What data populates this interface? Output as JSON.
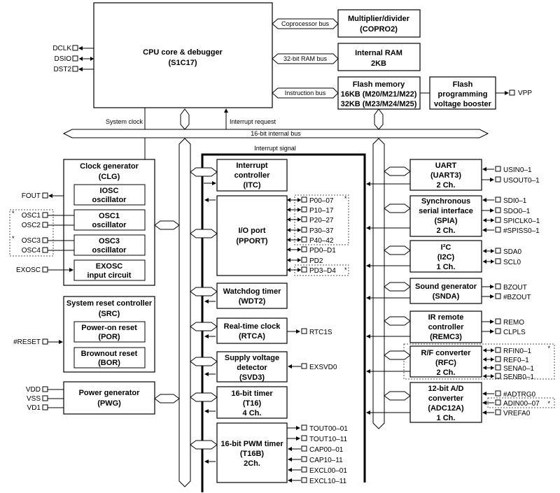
{
  "cpu": {
    "title": "CPU core & debugger",
    "code": "(S1C17)"
  },
  "copro": {
    "title": "Multiplier/divider",
    "code": "(COPRO2)"
  },
  "ram": {
    "title": "Internal RAM",
    "size": "2KB"
  },
  "flash": {
    "title": "Flash memory",
    "line1": "16KB (M20/M21/M22)",
    "line2": "32KB (M23/M24/M25)"
  },
  "booster": {
    "line1": "Flash",
    "line2": "programming",
    "line3": "voltage booster"
  },
  "vpp": "VPP",
  "buses": {
    "coprocessor": "Coprocessor bus",
    "ram": "32-bit RAM bus",
    "instruction": "Instruction bus",
    "system_clock": "System clock",
    "interrupt_request": "Interrupt request",
    "internal": "16-bit internal bus",
    "interrupt_signal": "Interrupt signal"
  },
  "debug_pins": [
    "DCLK",
    "DSIO",
    "DST2"
  ],
  "clg": {
    "title": "Clock generator",
    "code": "(CLG)",
    "iosc": [
      "IOSC",
      "oscillator"
    ],
    "osc1": [
      "OSC1",
      "oscillator"
    ],
    "osc3": [
      "OSC3",
      "oscillator"
    ],
    "exosc": [
      "EXOSC",
      "input circuit"
    ]
  },
  "clg_pins": {
    "fout": "FOUT",
    "osc1": "OSC1",
    "osc2": "OSC2",
    "osc3": "OSC3",
    "osc4": "OSC4",
    "exosc": "EXOSC"
  },
  "src": {
    "title": "System reset controller",
    "code": "(SRC)",
    "por": [
      "Power-on reset",
      "(POR)"
    ],
    "bor": [
      "Brownout reset",
      "(BOR)"
    ]
  },
  "reset_pin": "#RESET",
  "pwg": {
    "title": "Power generator",
    "code": "(PWG)"
  },
  "power_pins": [
    "VDD",
    "VSS",
    "VD1"
  ],
  "itc": [
    "Interrupt",
    "controller",
    "(ITC)"
  ],
  "pport": {
    "title": "I/O port",
    "code": "(PPORT)",
    "pins": [
      "P00–07",
      "P10–17",
      "P20–27",
      "P30–37",
      "P40–42",
      "PD0–D1",
      "PD2",
      "PD3–D4"
    ]
  },
  "wdt": [
    "Watchdog timer",
    "(WDT2)"
  ],
  "rtc": [
    "Real-time clock",
    "(RTCA)"
  ],
  "rtc_pin": "RTC1S",
  "svd": [
    "Supply voltage",
    "detector",
    "(SVD3)"
  ],
  "svd_pin": "EXSVD0",
  "t16": [
    "16-bit timer",
    "(T16)",
    "4 Ch."
  ],
  "t16b": [
    "16-bit PWM timer",
    "(T16B)",
    "2Ch."
  ],
  "t16b_pins": [
    "TOUT00–01",
    "TOUT10–11",
    "CAP00–01",
    "CAP10–11",
    "EXCL00–01",
    "EXCL10–11"
  ],
  "uart": [
    "UART",
    "(UART3)",
    "2 Ch."
  ],
  "uart_pins": [
    "USIN0–1",
    "USOUT0–1"
  ],
  "spia": [
    "Synchronous",
    "serial interface",
    "(SPIA)",
    "2 Ch."
  ],
  "spia_pins": [
    "SDI0–1",
    "SDO0–1",
    "SPICLK0–1",
    "#SPISS0–1"
  ],
  "i2c": [
    "I²C",
    "(I2C)",
    "1 Ch."
  ],
  "i2c_pins": [
    "SDA0",
    "SCL0"
  ],
  "snda": [
    "Sound generator",
    "(SNDA)"
  ],
  "snda_pins": [
    "BZOUT",
    "#BZOUT"
  ],
  "remc": [
    "IR remote",
    "controller",
    "(REMC3)"
  ],
  "remc_pins": [
    "REMO",
    "CLPLS"
  ],
  "rfc": [
    "R/F converter",
    "(RFC)",
    "2 Ch."
  ],
  "rfc_pins": [
    "RFIN0–1",
    "REF0–1",
    "SENA0–1",
    "SENB0–1"
  ],
  "adc": [
    "12-bit A/D",
    "converter",
    "(ADC12A)",
    "1 Ch."
  ],
  "adc_pins": [
    "#ADTRG0",
    "ADIN00–07",
    "VREFA0"
  ],
  "asterisk": "*"
}
